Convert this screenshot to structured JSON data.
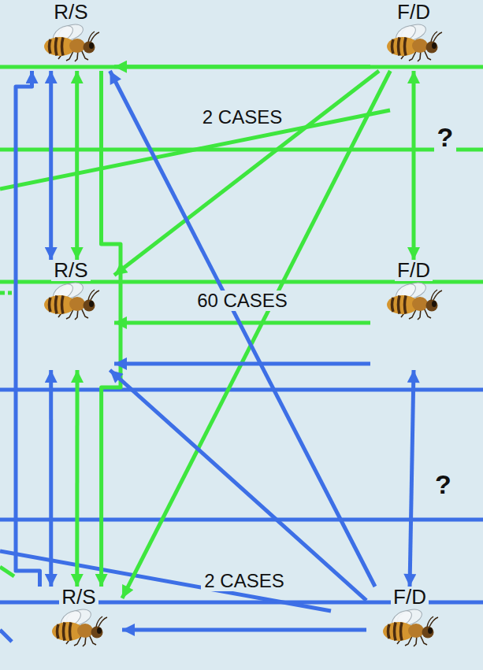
{
  "diagram": {
    "nodes": [
      {
        "text": [
          "R/S"
        ]
      },
      {
        "text": [
          "F/D"
        ]
      },
      {
        "text": [
          "R/S"
        ]
      },
      {
        "text": [
          "F/D"
        ]
      },
      {
        "text": [
          "R/S"
        ]
      },
      {
        "text": [
          "F/D"
        ]
      }
    ],
    "edges": [
      {
        "from": 1,
        "to": 0,
        "arrow": "to",
        "label": "2 CASES"
      },
      {
        "from": 1,
        "to": 3,
        "arrow": "both",
        "label": "?"
      },
      {
        "from": 0,
        "to": 2,
        "arrow": "both"
      },
      {
        "from": 0,
        "to": 2,
        "arrow": "both"
      },
      {
        "from": 1,
        "to": 2,
        "arrow": "to"
      },
      {
        "from": 1,
        "to": 4,
        "arrow": "to"
      },
      {
        "from": 0,
        "to": 4,
        "arrow": "to"
      },
      {
        "from": 3,
        "to": 2,
        "arrow": "to",
        "label": "60 CASES"
      },
      {
        "from": 3,
        "to": 2,
        "arrow": "to"
      },
      {
        "from": 2,
        "to": 4,
        "arrow": "both"
      },
      {
        "from": 2,
        "to": 4,
        "arrow": "both"
      },
      {
        "from": 3,
        "to": 5,
        "arrow": "both",
        "label": "?"
      },
      {
        "from": 4,
        "to": 0,
        "arrow": "to"
      },
      {
        "from": 5,
        "to": 0,
        "arrow": "to"
      },
      {
        "from": 5,
        "to": 2,
        "arrow": "to"
      },
      {
        "from": 5,
        "to": 4,
        "arrow": "to",
        "label": "2 CASES"
      }
    ]
  }
}
